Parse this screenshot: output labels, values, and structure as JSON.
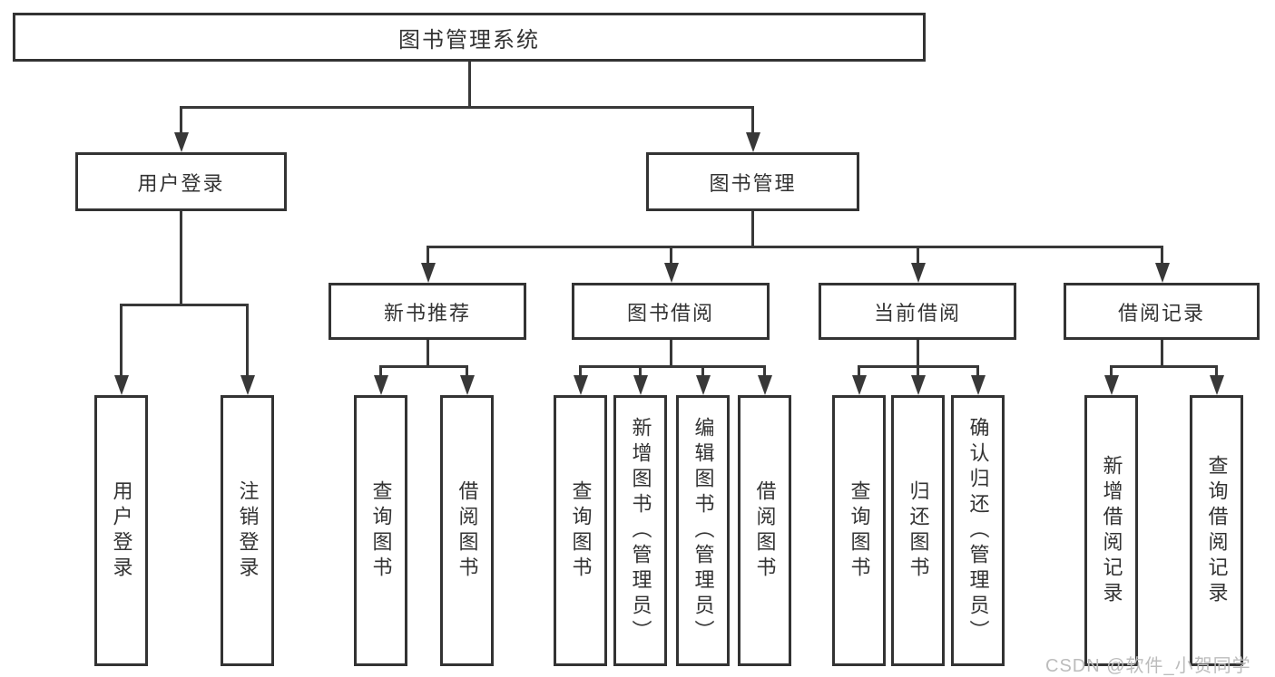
{
  "diagram_title": "图书管理系统",
  "colors": {
    "line": "#383838",
    "box_border": "#333333",
    "text": "#333333",
    "watermark": "#bcbcbc",
    "background": "#ffffff"
  },
  "tree": {
    "label": "图书管理系统",
    "children": [
      {
        "label": "用户登录",
        "children": [
          {
            "label": "用户登录"
          },
          {
            "label": "注销登录"
          }
        ]
      },
      {
        "label": "图书管理",
        "children": [
          {
            "label": "新书推荐",
            "children": [
              {
                "label": "查询图书"
              },
              {
                "label": "借阅图书"
              }
            ]
          },
          {
            "label": "图书借阅",
            "children": [
              {
                "label": "查询图书"
              },
              {
                "label": "新增图书（管理员）"
              },
              {
                "label": "编辑图书（管理员）"
              },
              {
                "label": "借阅图书"
              }
            ]
          },
          {
            "label": "当前借阅",
            "children": [
              {
                "label": "查询图书"
              },
              {
                "label": "归还图书"
              },
              {
                "label": "确认归还（管理员）"
              }
            ]
          },
          {
            "label": "借阅记录",
            "children": [
              {
                "label": "新增借阅记录"
              },
              {
                "label": "查询借阅记录"
              }
            ]
          }
        ]
      }
    ]
  },
  "watermark": {
    "text": "CSDN @软件_小贺同学"
  }
}
